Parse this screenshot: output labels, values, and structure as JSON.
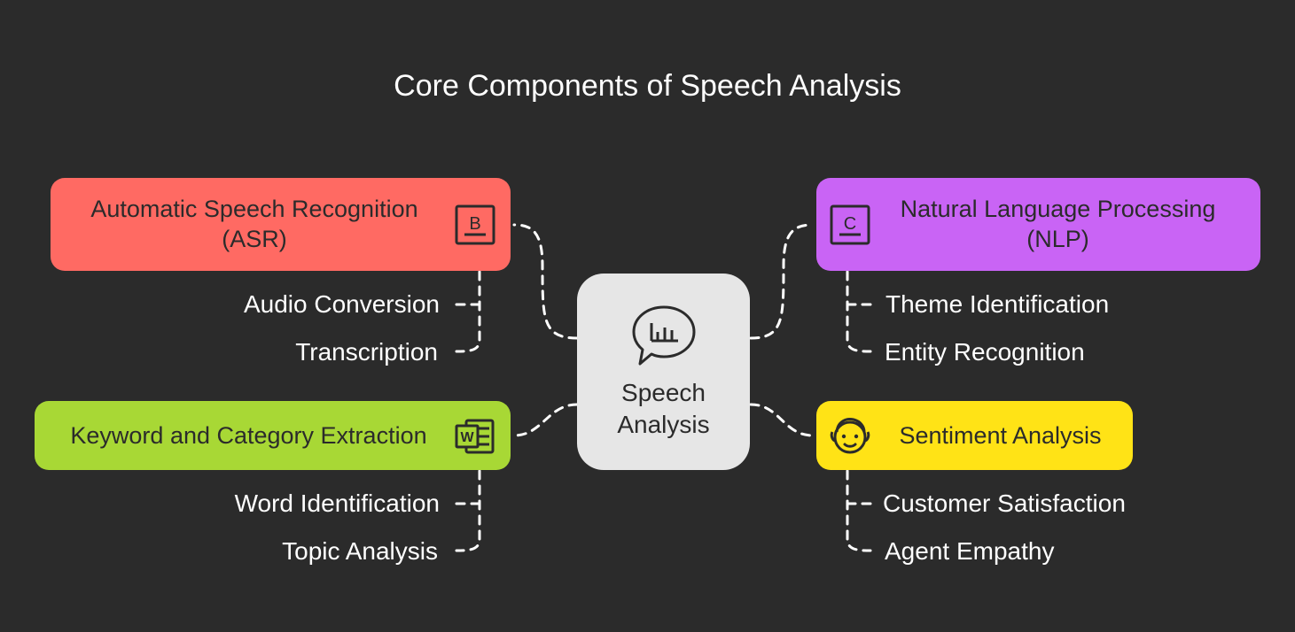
{
  "title": "Core Components of Speech Analysis",
  "center": {
    "label_line1": "Speech",
    "label_line2": "Analysis",
    "icon": "speech-bubble-chart-icon",
    "color": "#e6e6e6"
  },
  "components": [
    {
      "id": "asr",
      "label_line1": "Automatic Speech Recognition",
      "label_line2": "(ASR)",
      "icon": "letter-b-box-icon",
      "color": "#ff6a63",
      "items": [
        "Audio Conversion",
        "Transcription"
      ]
    },
    {
      "id": "nlp",
      "label_line1": "Natural Language Processing",
      "label_line2": "(NLP)",
      "icon": "letter-c-box-icon",
      "color": "#c964f5",
      "items": [
        "Theme Identification",
        "Entity Recognition"
      ]
    },
    {
      "id": "keyword",
      "label_line1": "Keyword and Category Extraction",
      "icon": "word-document-icon",
      "color": "#a8d835",
      "items": [
        "Word Identification",
        "Topic Analysis"
      ]
    },
    {
      "id": "sentiment",
      "label_line1": "Sentiment Analysis",
      "icon": "emotion-face-icon",
      "color": "#ffe316",
      "items": [
        "Customer Satisfaction",
        "Agent Empathy"
      ]
    }
  ],
  "colors": {
    "background": "#2b2b2b",
    "connector": "#ffffff",
    "text_light": "#ffffff",
    "text_dark": "#2b2b2b"
  }
}
